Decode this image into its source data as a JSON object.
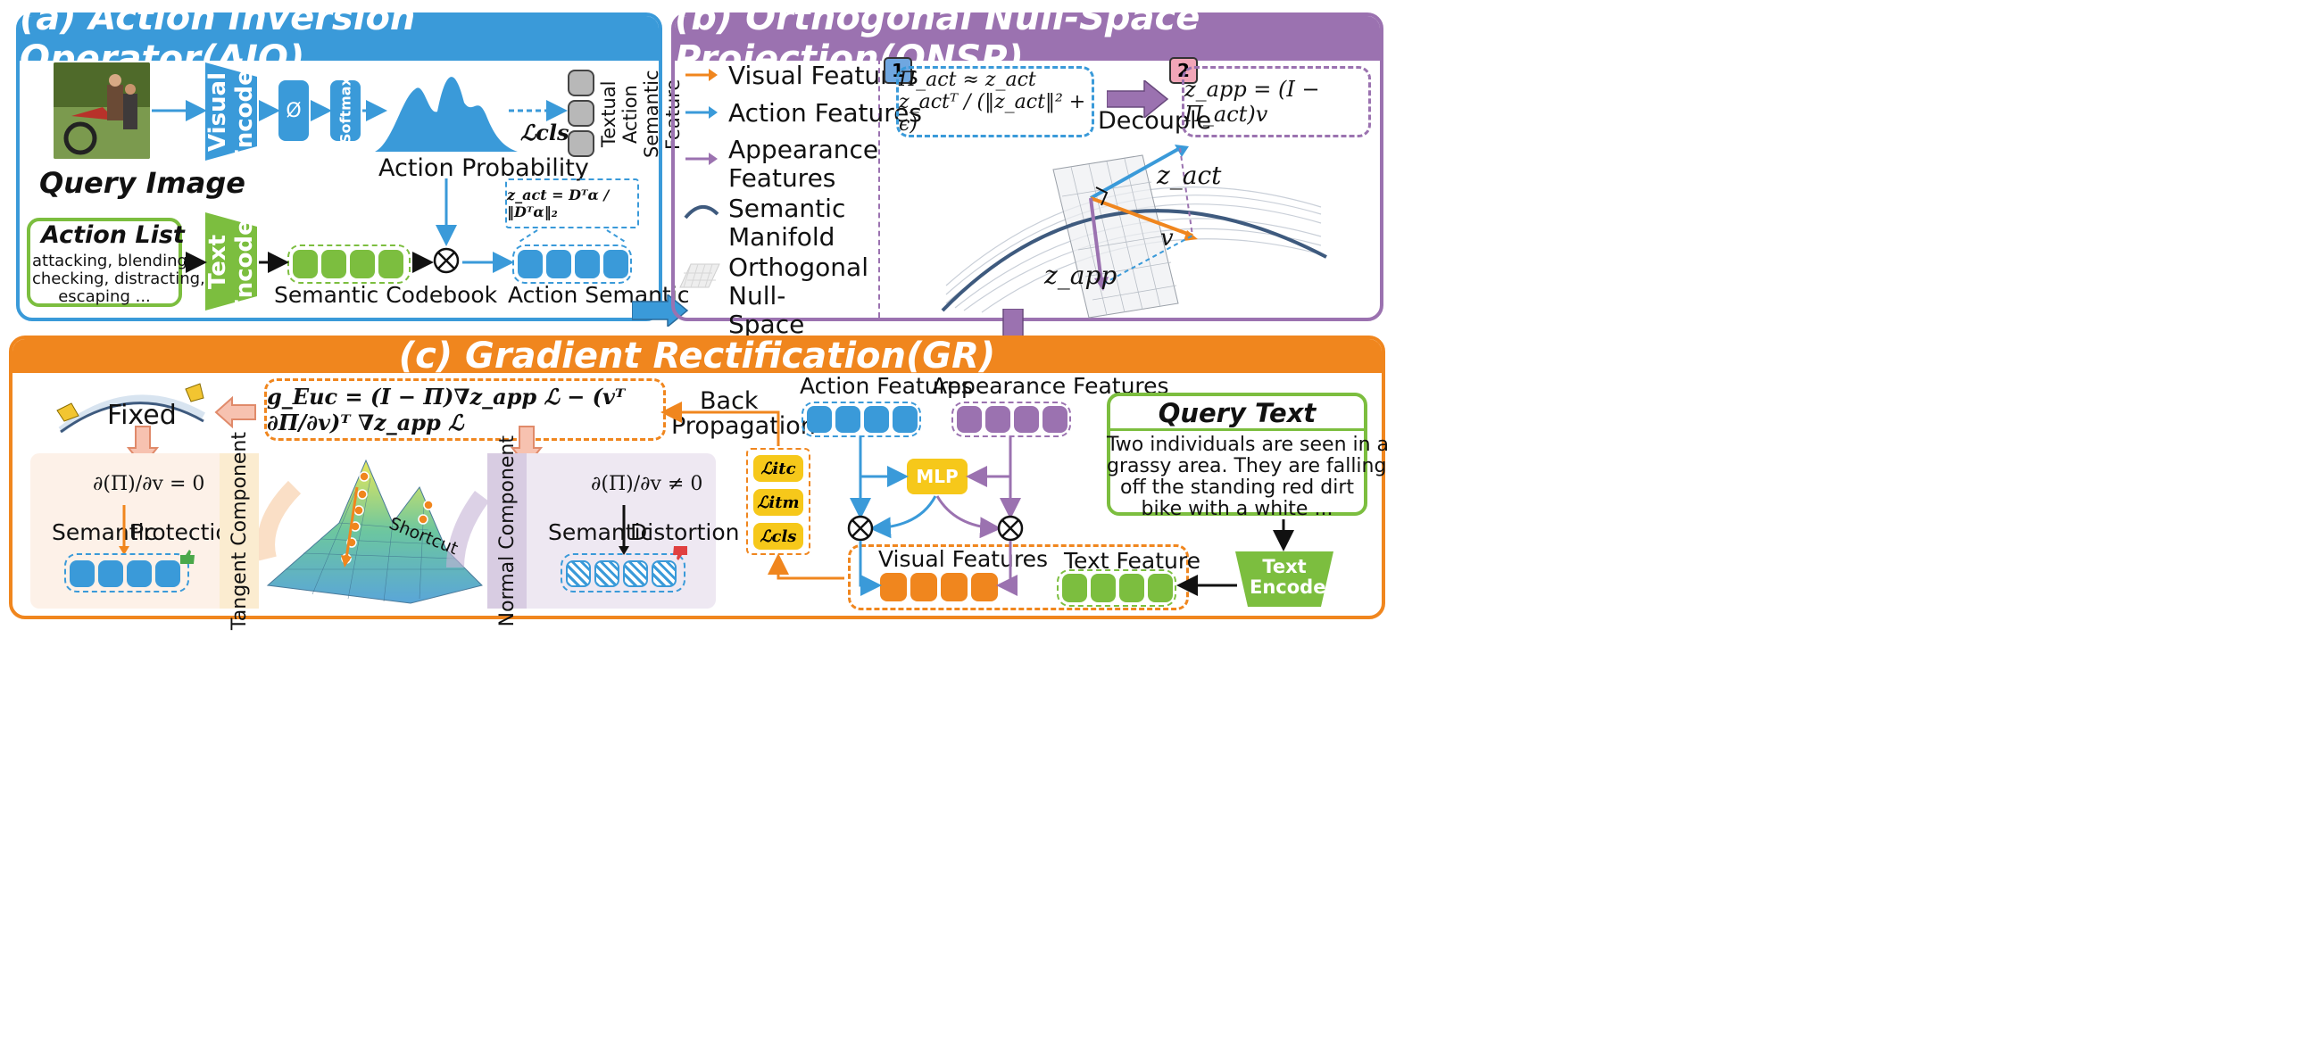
{
  "colors": {
    "blue": "#3a9ad9",
    "purple": "#9b72b0",
    "orange": "#f0861e",
    "green": "#7cbe3f",
    "yellow": "#f6c81a",
    "gray": "#b8b8b8"
  },
  "panel_a": {
    "title": "(a) Action Inversion Operator(AIO)",
    "query_image_label": "Query Image",
    "visual_encoder": "Visual Encoder",
    "phi": "Ø",
    "softmax": "Softmax",
    "action_probability": "Action Probability",
    "textual_feature": "Textual Action Semantic Feature",
    "loss_cls": "ℒcls",
    "action_list_title": "Action List",
    "action_list_text": [
      "attacking, blending,",
      "checking, distracting,",
      "escaping ..."
    ],
    "text_encoder": "Text Encoder",
    "semantic_codebook": "Semantic Codebook",
    "action_semantic": "Action Semantic",
    "z_act_formula": "z_act = Dᵀα / ‖Dᵀα‖₂"
  },
  "panel_b": {
    "title": "(b) Orthogonal Null-Space Projection(ONSP)",
    "legend": [
      {
        "label": "Visual Features",
        "icon": "orange-arrow-icon"
      },
      {
        "label": "Action Features",
        "icon": "blue-arrow-icon"
      },
      {
        "label": "Appearance Features",
        "icon": "purple-arrow-icon"
      },
      {
        "label": "Semantic Manifold",
        "icon": "curve-icon"
      },
      {
        "label": "Orthogonal Null-Space",
        "icon": "plane-icon"
      }
    ],
    "step1": "1",
    "step2": "2",
    "formula1": "Π_act ≈ z_act z_actᵀ / (‖z_act‖² + ϵ)",
    "decouple": "Decouple",
    "formula2": "z_app = (I − Π_act)v",
    "vec_z_act": "z_act",
    "vec_v": "v",
    "vec_z_app": "z_app"
  },
  "panel_c": {
    "title": "(c) Gradient Rectification(GR)",
    "fixed": "Fixed",
    "g_formula": "g_Euc = (I − Π)∇z_app ℒ − (vᵀ ∂Π/∂v)ᵀ ∇z_app ℒ",
    "back_propagation": [
      "Back",
      "Propagation"
    ],
    "eq_zero": "∂(Π)/∂v = 0",
    "semantic_protection": [
      "Semantic",
      "Protection"
    ],
    "tangent_component": "Tangent Component",
    "shortcut": "Shortcut",
    "normal_component": "Normal Component",
    "neq_zero": "∂(Π)/∂v ≠ 0",
    "semantic_distortion": [
      "Semantic",
      "Distortion"
    ],
    "losses": [
      "ℒitc",
      "ℒitm",
      "ℒcls"
    ],
    "action_features": "Action Features",
    "appearance_features": "Appearance Features",
    "mlp": "MLP",
    "visual_features": "Visual Features",
    "text_feature": "Text Feature",
    "query_text_title": "Query Text",
    "query_text": [
      "Two individuals are seen in a",
      "grassy area. They are falling",
      "off the standing red dirt",
      "bike with a white ..."
    ],
    "text_encoder": "Text Encoder"
  }
}
